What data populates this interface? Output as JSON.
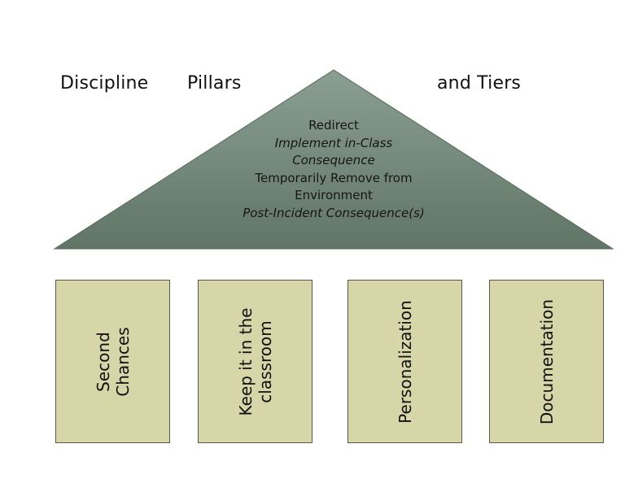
{
  "title": {
    "word1": "Discipline",
    "word2": "Pillars",
    "word3": "and Tiers"
  },
  "roof": {
    "lines": [
      {
        "text": "Redirect",
        "italic": false
      },
      {
        "text": "Implement in-Class",
        "italic": true
      },
      {
        "text": "Consequence",
        "italic": true
      },
      {
        "text": "Temporarily Remove from",
        "italic": false
      },
      {
        "text": "Environment",
        "italic": false
      },
      {
        "text": "Post-Incident Consequence(s)",
        "italic": true
      }
    ]
  },
  "pillars": [
    {
      "line1": "Second",
      "line2": "Chances"
    },
    {
      "line1": "Keep it in the",
      "line2": "classroom"
    },
    {
      "line1": "Personalization",
      "line2": ""
    },
    {
      "line1": "Documentation",
      "line2": ""
    }
  ],
  "colors": {
    "roof_top": "#8a9e92",
    "roof_bottom": "#617567",
    "pillar_fill": "#d6d6a8",
    "pillar_border": "#5a5a44"
  }
}
